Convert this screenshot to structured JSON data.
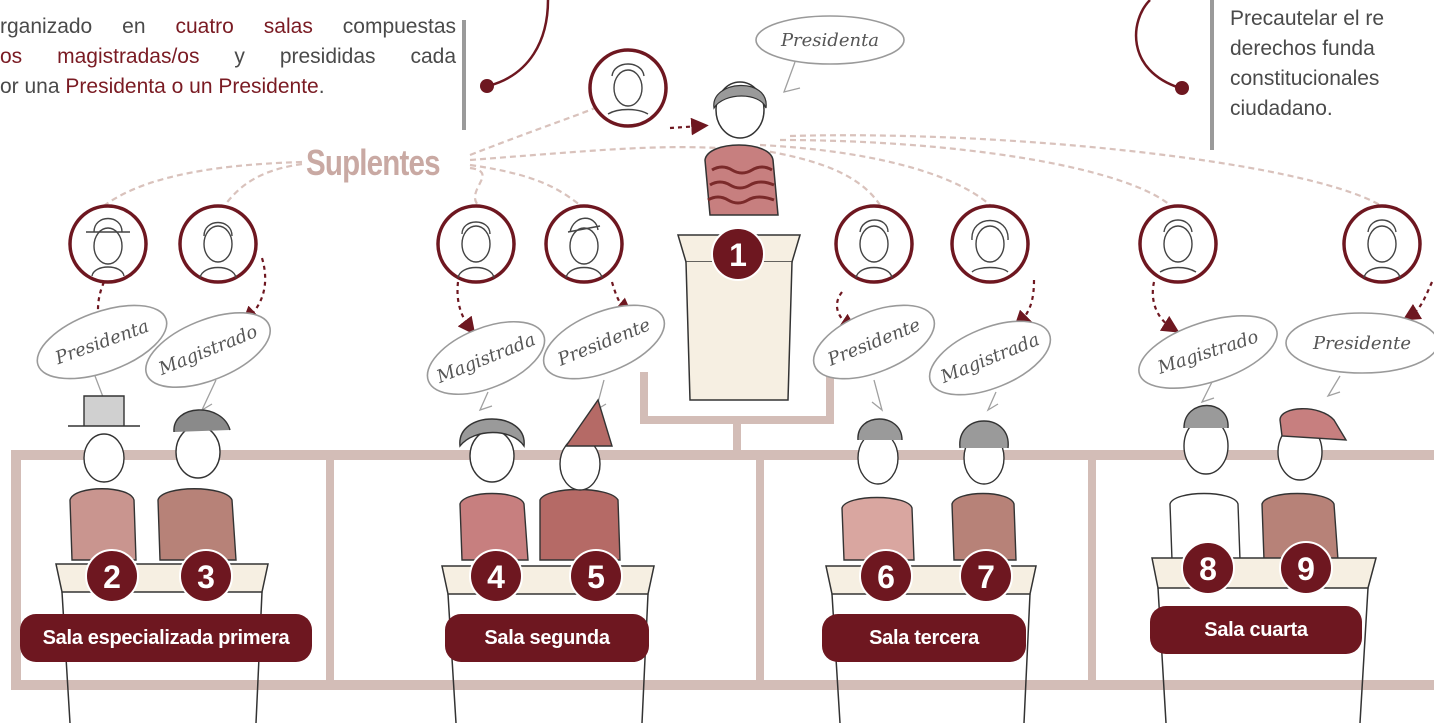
{
  "intro_left": {
    "line1_a": "rganizado en ",
    "line1_b": "cuatro salas",
    "line1_c": " compuestas",
    "line2_a": "os magistradas/os",
    "line2_b": " y presididas cada",
    "line3_a": "or una ",
    "line3_b": "Presidenta o un Presidente",
    "line3_c": "."
  },
  "intro_right": {
    "line1": "Precautelar el re",
    "line2": "derechos funda",
    "line3": "constitucionales",
    "line4": "ciudadano."
  },
  "suplentes_label": "Suplentes",
  "president": {
    "number": "1",
    "bubble": "Presidenta"
  },
  "members": [
    {
      "number": "2",
      "bubble": "Presidenta"
    },
    {
      "number": "3",
      "bubble": "Magistrado"
    },
    {
      "number": "4",
      "bubble": "Magistrada"
    },
    {
      "number": "5",
      "bubble": "Presidente"
    },
    {
      "number": "6",
      "bubble": "Presidente"
    },
    {
      "number": "7",
      "bubble": "Magistrada"
    },
    {
      "number": "8",
      "bubble": "Magistrado"
    },
    {
      "number": "9",
      "bubble": "Presidente"
    }
  ],
  "salas": [
    {
      "label": "Sala especializada primera"
    },
    {
      "label": "Sala segunda"
    },
    {
      "label": "Sala tercera"
    },
    {
      "label": "Sala cuarta"
    }
  ],
  "colors": {
    "maroon": "#6e1720",
    "frame": "#d3bdb7",
    "desk": "#f6efe2",
    "dashed": "#d9c2bc",
    "text": "#4a4a4a",
    "highlight": "#7a1b23"
  }
}
